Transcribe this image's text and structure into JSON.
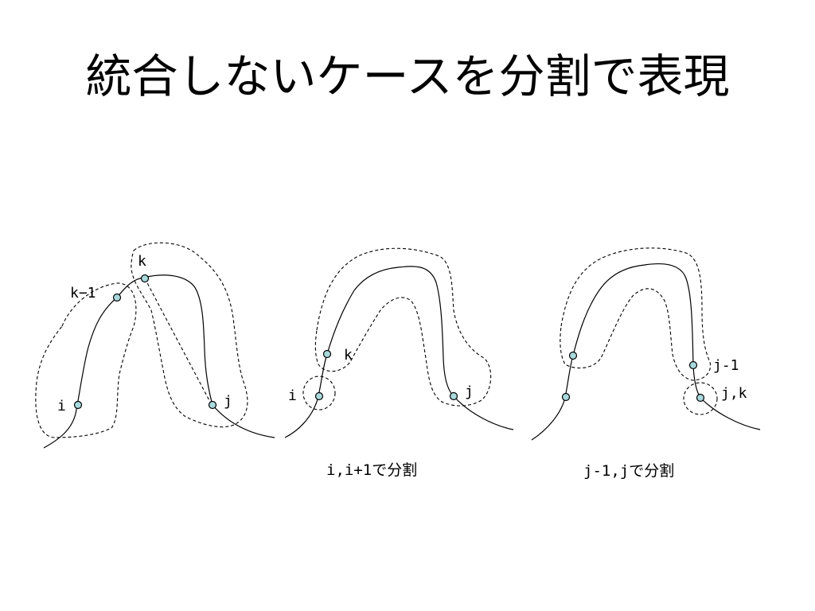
{
  "title": "統合しないケースを分割で表現",
  "panels": [
    {
      "labels": {
        "k": "k",
        "k_minus_1": "k−1",
        "i": "i",
        "j": "j"
      }
    },
    {
      "labels": {
        "k": "k",
        "i": "i",
        "j": "j"
      },
      "caption": {
        "code": "i,i+1",
        "text": "で分割"
      }
    },
    {
      "labels": {
        "j_minus_1": "j-1",
        "jk": "j,k"
      },
      "caption": {
        "code": "j-1,j",
        "text": "で分割"
      }
    }
  ],
  "colors": {
    "node_fill": "#a8d8dc",
    "line": "#000000"
  }
}
